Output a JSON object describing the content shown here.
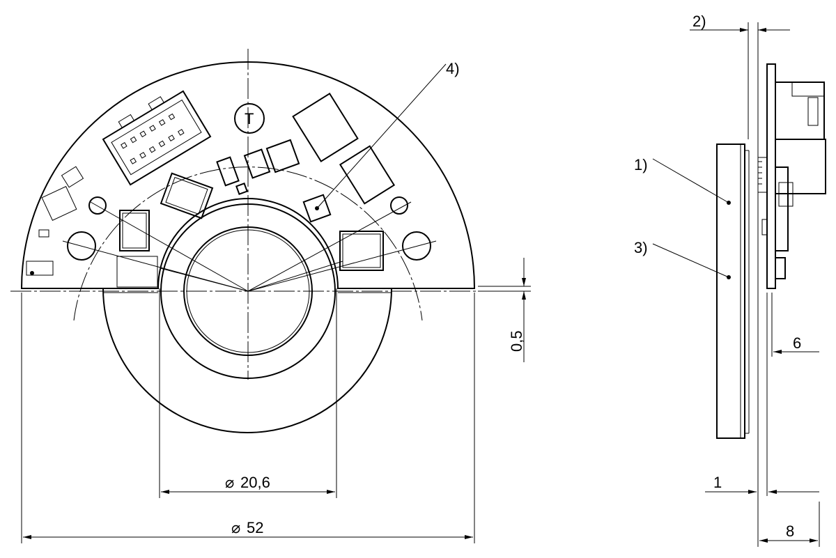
{
  "dimensions": {
    "outer_diameter": "52",
    "inner_diameter": "20,6",
    "gap": "0,5",
    "thickness_1": "1",
    "offset_6": "6",
    "offset_8": "8",
    "diameter_symbol": "⌀"
  },
  "callouts": {
    "c1": "1)",
    "c2": "2)",
    "c3": "3)",
    "c4": "4)"
  },
  "silkscreen": {
    "top_pad_mark": "T"
  }
}
